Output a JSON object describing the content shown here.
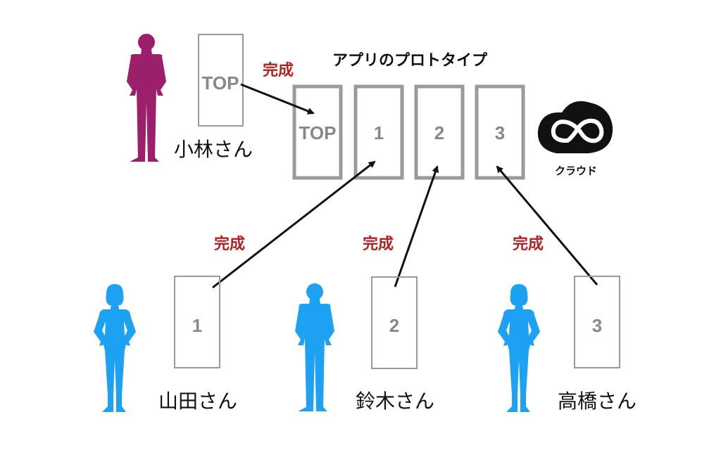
{
  "title": "アプリのプロトタイプ",
  "cloud_label": "クラウド",
  "done_label": "完成",
  "colors": {
    "lead": "#9B1F6A",
    "member": "#1DA1F2",
    "done": "#B22222",
    "screen_border": "#9a9a9a",
    "arrow": "#111111"
  },
  "people": {
    "kobayashi": "小林さん",
    "yamada": "山田さん",
    "suzuki": "鈴木さん",
    "takahashi": "高橋さん"
  },
  "screens": {
    "kobayashi": "TOP",
    "yamada": "1",
    "suzuki": "2",
    "takahashi": "3",
    "proto": [
      "TOP",
      "1",
      "2",
      "3"
    ]
  },
  "icons": [
    "person-silhouette-icon",
    "creative-cloud-icon"
  ]
}
